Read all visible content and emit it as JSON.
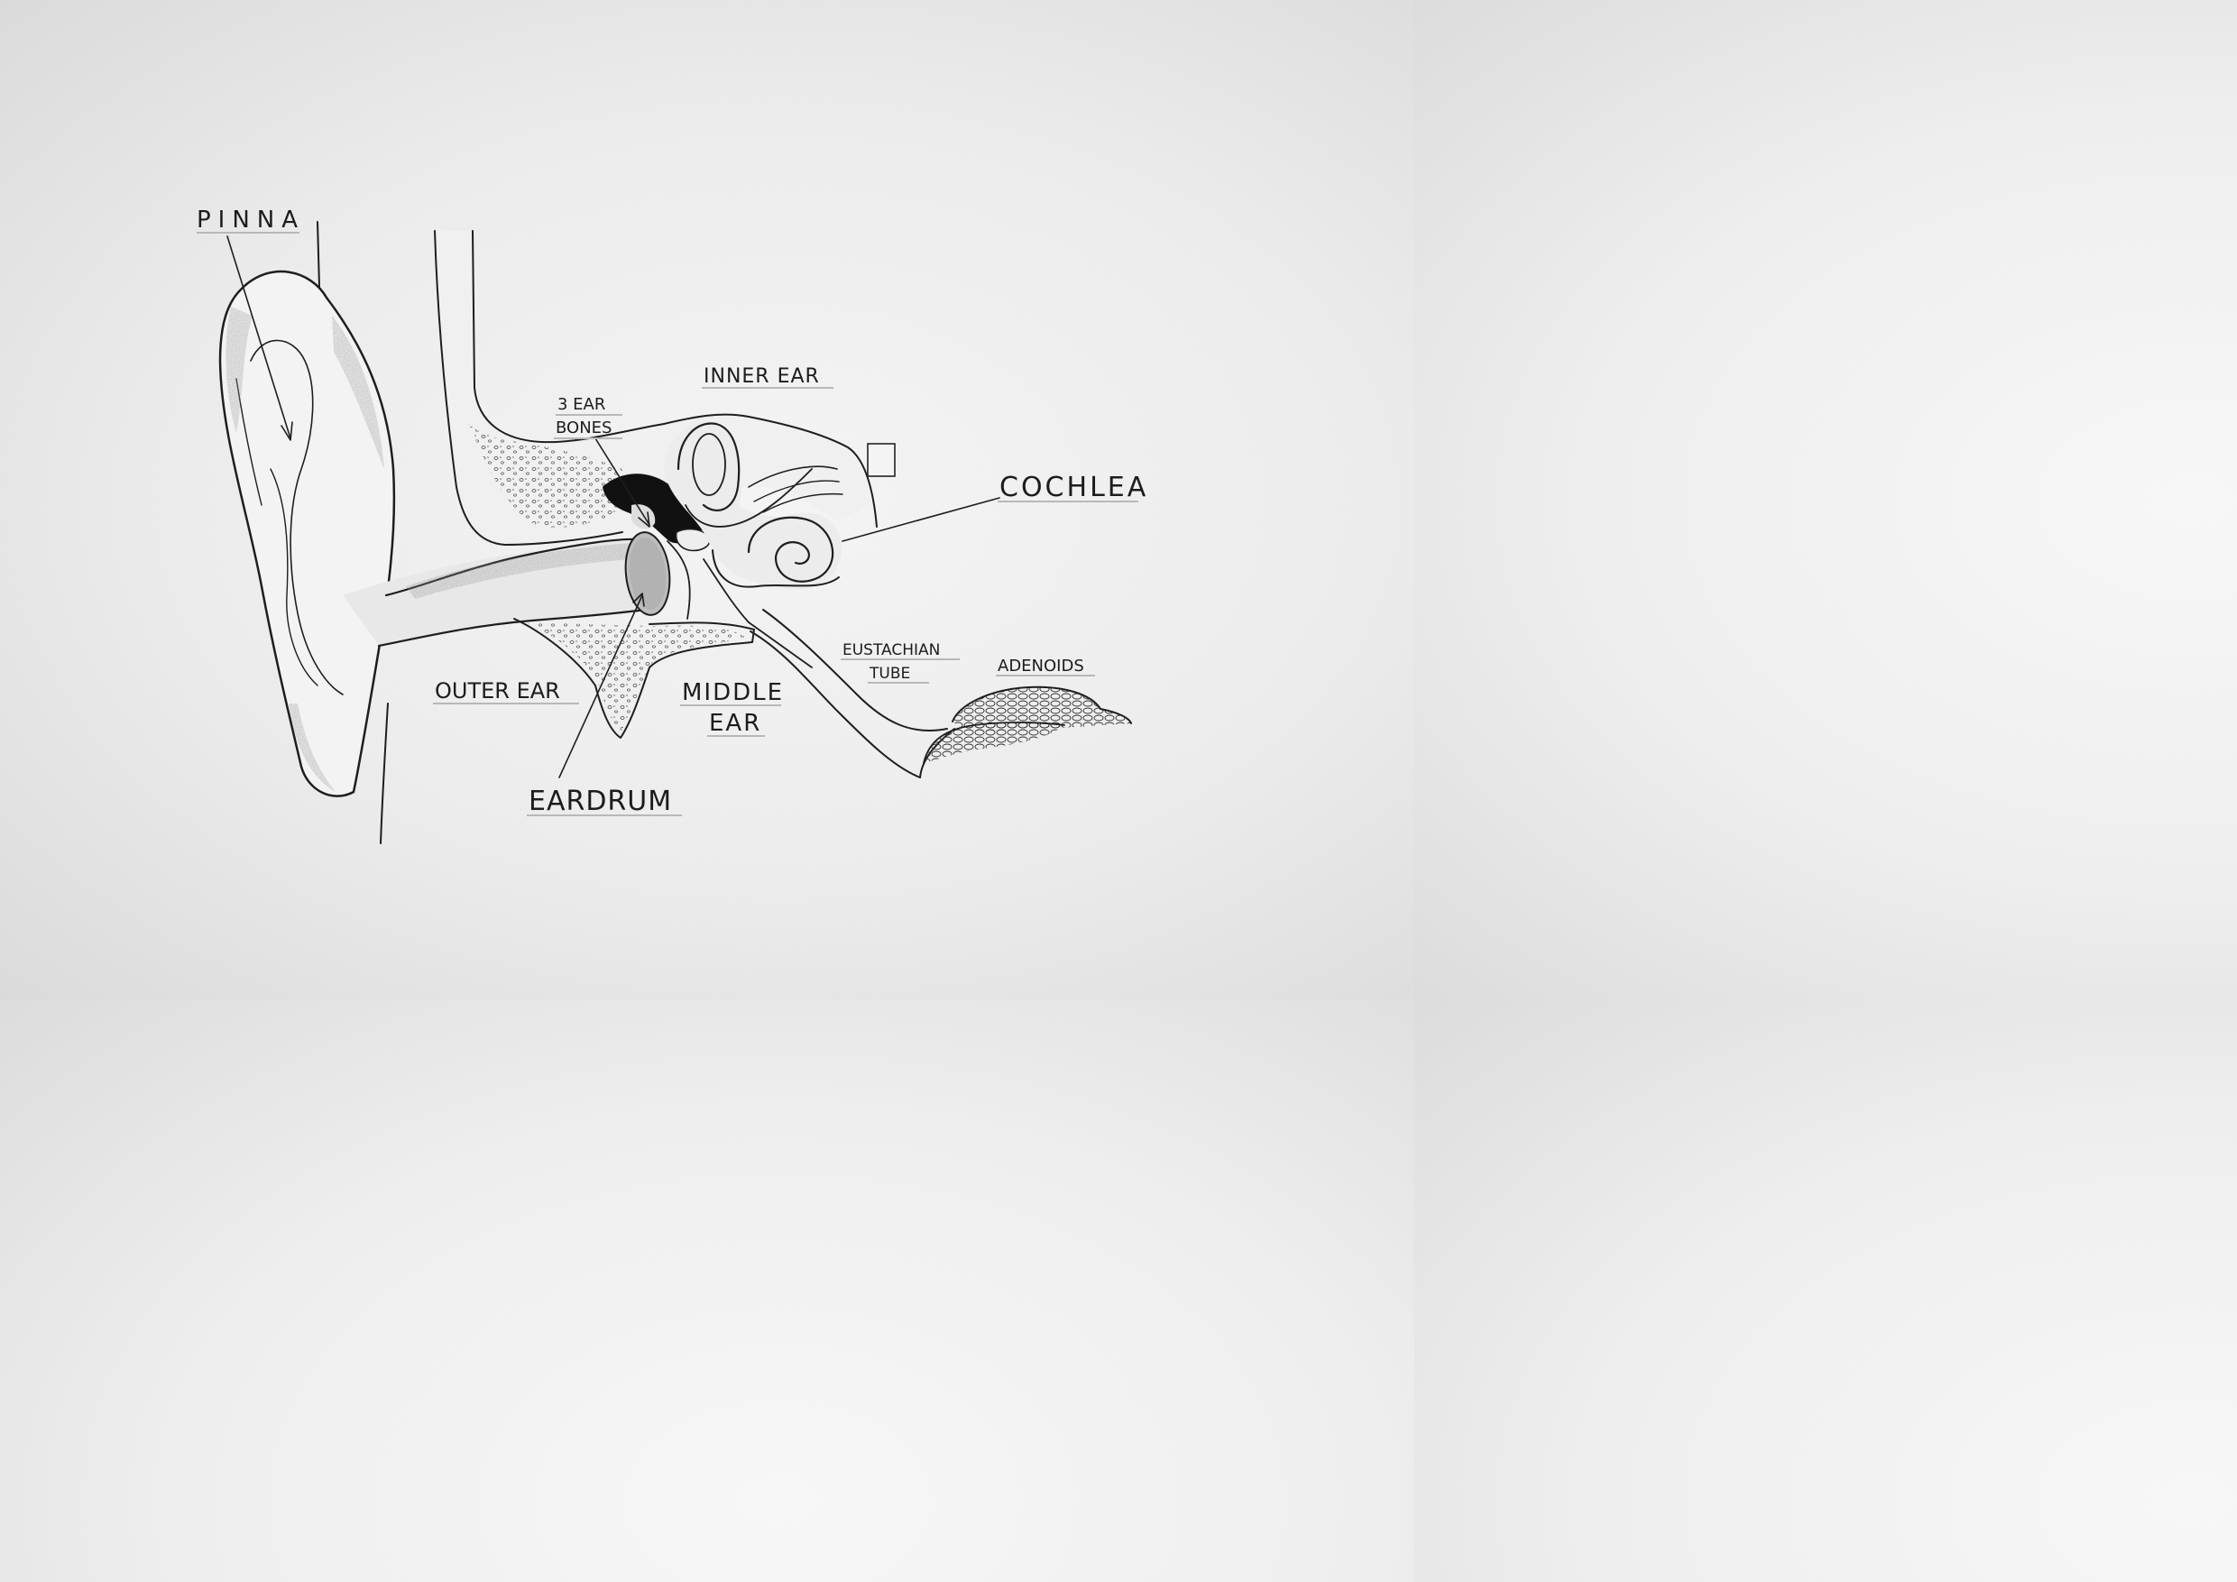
{
  "labels": {
    "pinna": "PINNA",
    "inner_ear": "INNER EAR",
    "ear_bones_line1": "3 EAR",
    "ear_bones_line2": "BONES",
    "cochlea": "COCHLEA",
    "eustachian_line1": "EUSTACHIAN",
    "eustachian_line2": "TUBE",
    "adenoids": "ADENOIDS",
    "outer_ear": "OUTER EAR",
    "middle_ear_line1": "MIDDLE",
    "middle_ear_line2": "EAR",
    "eardrum": "EARDRUM"
  },
  "colors": {
    "ink": "#1e1e1e",
    "paper": "#efefef",
    "shading": "#8a8a8a"
  }
}
